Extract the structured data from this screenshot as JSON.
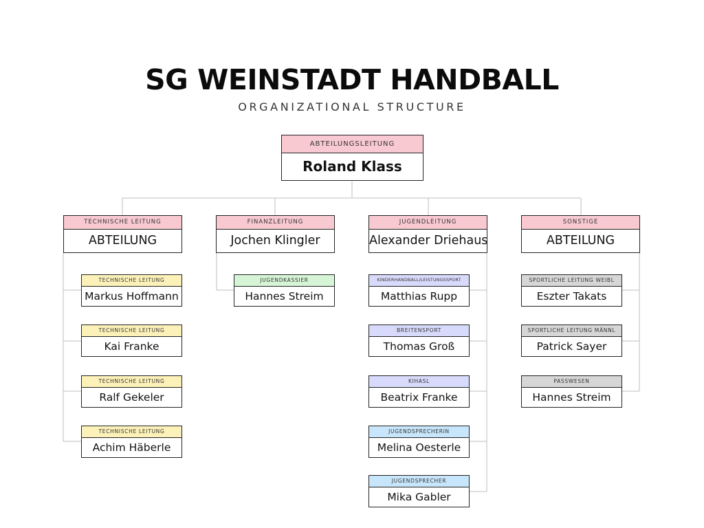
{
  "title": "SG WEINSTADT HANDBALL",
  "subtitle": "ORGANIZATIONAL STRUCTURE",
  "root": {
    "role": "ABTEILUNGSLEITUNG",
    "name": "Roland Klass"
  },
  "departments": [
    {
      "role": "TECHNISCHE LEITUNG",
      "name": "ABTEILUNG",
      "members": [
        {
          "role": "TECHNISCHE LEITUNG",
          "name": "Markus Hoffmann"
        },
        {
          "role": "TECHNISCHE LEITUNG",
          "name": "Kai Franke"
        },
        {
          "role": "TECHNISCHE LEITUNG",
          "name": "Ralf Gekeler"
        },
        {
          "role": "TECHNISCHE LEITUNG",
          "name": "Achim Häberle"
        }
      ]
    },
    {
      "role": "FINANZLEITUNG",
      "name": "Jochen Klingler",
      "members": [
        {
          "role": "JUGENDKASSIER",
          "name": "Hannes Streim"
        }
      ]
    },
    {
      "role": "JUGENDLEITUNG",
      "name": "Alexander Driehaus",
      "members": [
        {
          "role": "KINDERHANDBALL/LEISTUNGSSPORT",
          "name": "Matthias Rupp"
        },
        {
          "role": "BREITENSPORT",
          "name": "Thomas Groß"
        },
        {
          "role": "KIHASL",
          "name": "Beatrix Franke"
        },
        {
          "role": "JUGENDSPRECHERIN",
          "name": "Melina Oesterle"
        },
        {
          "role": "JUGENDSPRECHER",
          "name": "Mika Gabler"
        }
      ]
    },
    {
      "role": "SONSTIGE",
      "name": "ABTEILUNG",
      "members": [
        {
          "role": "SPORTLICHE LEITUNG WEIBL",
          "name": "Eszter Takats"
        },
        {
          "role": "SPORTLICHE LEITUNG MÄNNL",
          "name": "Patrick Sayer"
        },
        {
          "role": "PASSWESEN",
          "name": "Hannes Streim"
        }
      ]
    }
  ],
  "colors": {
    "pink": "#f8c9d0",
    "yellow": "#fcf1b8",
    "green": "#d6f5d6",
    "lavender": "#d8dafb",
    "blue": "#c8e6fb",
    "gray": "#d6d6d6",
    "line": "#bdbdbd"
  }
}
